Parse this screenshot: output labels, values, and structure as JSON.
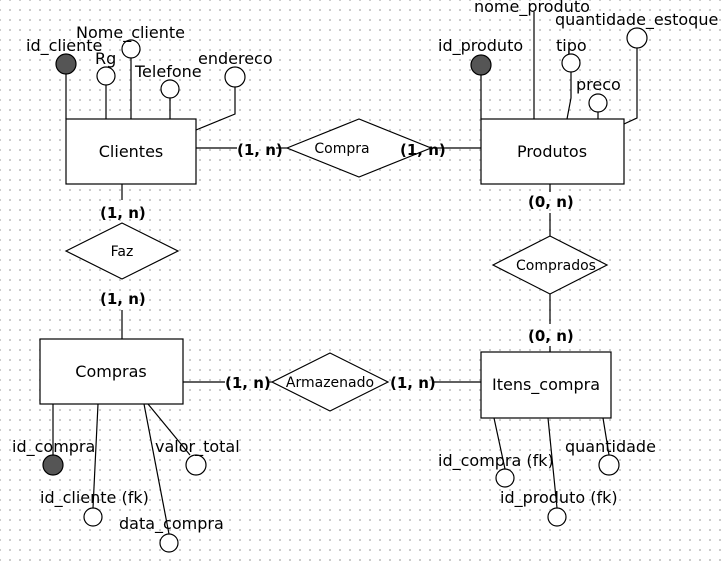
{
  "entities": {
    "clientes": "Clientes",
    "produtos": "Produtos",
    "compras": "Compras",
    "itens_compra": "Itens_compra"
  },
  "relationships": {
    "compra": "Compra",
    "faz": "Faz",
    "comprados": "Comprados",
    "armazenado": "Armazenado"
  },
  "attributes": {
    "clientes": [
      "id_cliente",
      "Nome_cliente",
      "Rg",
      "Telefone",
      "endereco"
    ],
    "produtos": [
      "nome_produto",
      "id_produto",
      "quantidade_estoque",
      "tipo",
      "preco"
    ],
    "compras": [
      "id_compra",
      "valor_total",
      "id_cliente (fk)",
      "data_compra"
    ],
    "itens_compra": [
      "id_compra (fk)",
      "quantidade",
      "id_produto (fk)"
    ]
  },
  "cardinalities": {
    "compra_left": "(1, n)",
    "compra_right": "(1, n)",
    "faz_top": "(1, n)",
    "faz_bottom": "(1, n)",
    "comprados_top": "(0, n)",
    "comprados_bottom": "(0, n)",
    "armazenado_left": "(1, n)",
    "armazenado_right": "(1, n)"
  }
}
